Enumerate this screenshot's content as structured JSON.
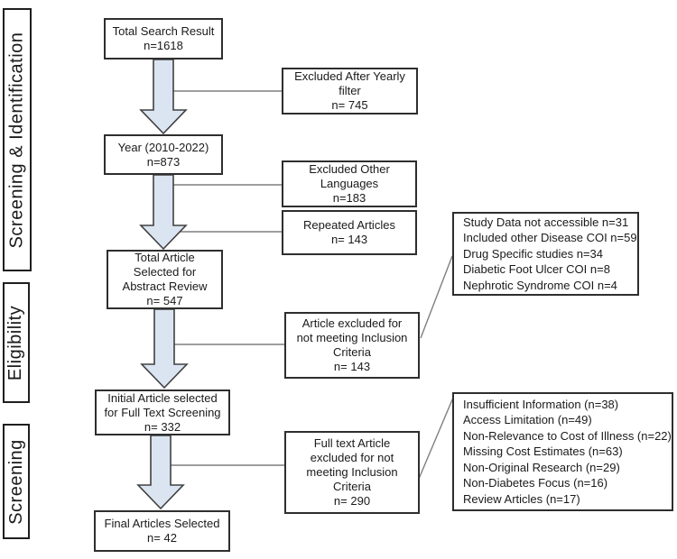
{
  "stages": {
    "identification": "Screening  & Identification",
    "eligibility": "Eligibility",
    "screening": "Screening"
  },
  "flow": {
    "total_search": "Total Search Result\nn=1618",
    "year_filter": "Year (2010-2022)\nn=873",
    "abstract_review": "Total Article\nSelected for\nAbstract Review\nn= 547",
    "full_text_screening": "Initial Article selected\nfor Full Text Screening\nn= 332",
    "final_selected": "Final Articles Selected\nn= 42"
  },
  "exclusions": {
    "yearly_filter": "Excluded After Yearly\nfilter\nn= 745",
    "other_languages": "Excluded Other\nLanguages\nn=183",
    "repeated_articles": "Repeated Articles\nn= 143",
    "abstract_criteria": "Article excluded for\nnot meeting Inclusion\nCriteria\nn= 143",
    "fulltext_criteria": "Full text Article\nexcluded for not\nmeeting Inclusion\nCriteria\nn= 290"
  },
  "details": {
    "abstract_reasons": "Study Data not accessible n=31\nIncluded other Disease COI n=59\nDrug Specific studies n=34\nDiabetic Foot Ulcer COI n=8\nNephrotic Syndrome COI n=4",
    "fulltext_reasons": "Insufficient Information (n=38)\nAccess Limitation (n=49)\nNon-Relevance to Cost of Illness (n=22)\nMissing Cost Estimates (n=63)\nNon-Original Research (n=29)\nNon-Diabetes Focus (n=16)\nReview Articles (n=17)"
  },
  "colors": {
    "background": "#ffffff",
    "arrow_fill": "#dbe5f2",
    "arrow_outline": "#404040",
    "connector_line": "#7f7f7f",
    "box_border": "#2e2e2e",
    "text": "#1a1a1a"
  }
}
